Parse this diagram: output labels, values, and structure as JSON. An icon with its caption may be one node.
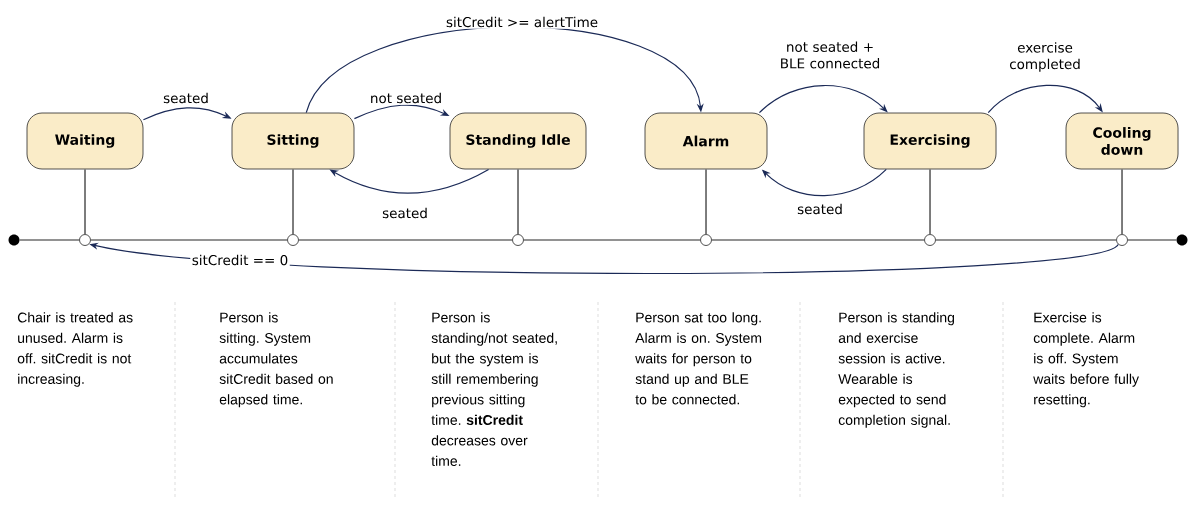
{
  "diagram": {
    "nodes": [
      {
        "text": [
          "Waiting"
        ]
      },
      {
        "text": [
          "Sitting"
        ]
      },
      {
        "text": [
          "Standing Idle"
        ]
      },
      {
        "text": [
          "Alarm"
        ]
      },
      {
        "text": [
          "Exercising"
        ]
      },
      {
        "text": [
          "Cooling down"
        ]
      },
      {
        "text": [],
        "shape": "dot"
      },
      {
        "text": [],
        "shape": "circle"
      },
      {
        "text": [],
        "shape": "circle"
      },
      {
        "text": [],
        "shape": "circle"
      },
      {
        "text": [],
        "shape": "circle"
      },
      {
        "text": [],
        "shape": "circle"
      },
      {
        "text": [],
        "shape": "circle"
      },
      {
        "text": [],
        "shape": "dot"
      }
    ],
    "edges": [
      {
        "from": 0,
        "to": 1,
        "arrow": "to",
        "label": "seated",
        "color": "#1b2a57"
      },
      {
        "from": 1,
        "to": 2,
        "arrow": "to",
        "label": "not seated",
        "color": "#1b2a57"
      },
      {
        "from": 2,
        "to": 1,
        "arrow": "to",
        "label": "seated",
        "color": "#1b2a57"
      },
      {
        "from": 1,
        "to": 3,
        "arrow": "to",
        "label": "sitCredit >= alertTime",
        "color": "#1b2a57"
      },
      {
        "from": 3,
        "to": 4,
        "arrow": "to",
        "label": "not seated + BLE connected",
        "color": "#1b2a57"
      },
      {
        "from": 4,
        "to": 3,
        "arrow": "to",
        "label": "seated",
        "color": "#1b2a57"
      },
      {
        "from": 4,
        "to": 5,
        "arrow": "to",
        "label": "exercise completed",
        "color": "#1b2a57"
      },
      {
        "from": 12,
        "to": 7,
        "arrow": "to",
        "label": "sitCredit == 0",
        "color": "#1b2a57"
      },
      {
        "from": 0,
        "to": 7,
        "arrow": "none"
      },
      {
        "from": 1,
        "to": 8,
        "arrow": "none"
      },
      {
        "from": 2,
        "to": 9,
        "arrow": "none"
      },
      {
        "from": 3,
        "to": 10,
        "arrow": "none"
      },
      {
        "from": 4,
        "to": 11,
        "arrow": "none"
      },
      {
        "from": 5,
        "to": 12,
        "arrow": "none"
      },
      {
        "from": 6,
        "to": 7,
        "arrow": "none"
      },
      {
        "from": 7,
        "to": 8,
        "arrow": "none"
      },
      {
        "from": 8,
        "to": 9,
        "arrow": "none"
      },
      {
        "from": 9,
        "to": 10,
        "arrow": "none"
      },
      {
        "from": 10,
        "to": 11,
        "arrow": "none"
      },
      {
        "from": 11,
        "to": 12,
        "arrow": "none"
      },
      {
        "from": 12,
        "to": 13,
        "arrow": "none"
      }
    ],
    "labels": [
      "Chair is treated as unused. Alarm is off. sitCredit is not increasing.",
      "Person is sitting. System accumulates sitCredit based on elapsed time.",
      "Person is standing/not seated, but the system is still remembering previous sitting time. **sitCredit** decreases over time.",
      "Person sat too long. Alarm is on. System waits for person to stand up and BLE to be connected.",
      "Person is standing and exercise session is active. Wearable is expected to send completion signal.",
      "Exercise is complete. Alarm is off. System waits before fully resetting."
    ]
  }
}
